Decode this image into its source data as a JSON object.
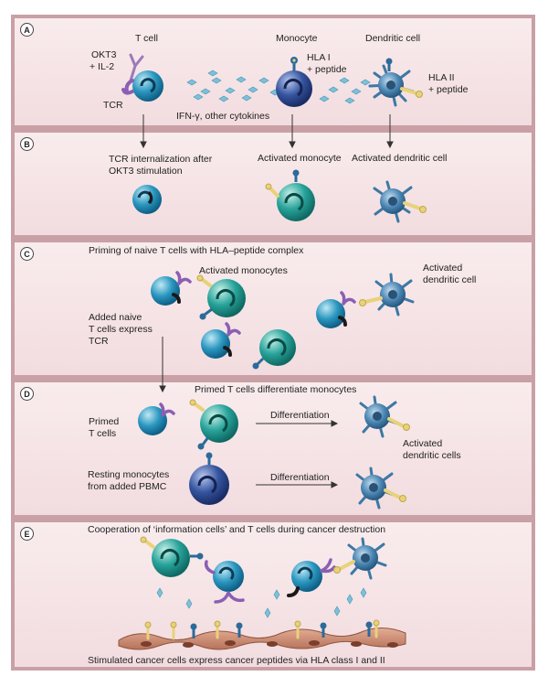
{
  "panels": [
    {
      "id": "A"
    },
    {
      "id": "B"
    },
    {
      "id": "C"
    },
    {
      "id": "D"
    },
    {
      "id": "E"
    }
  ],
  "a": {
    "tcell": "T cell",
    "monocyte": "Monocyte",
    "dendritic": "Dendritic cell",
    "okt3_1": "OKT3",
    "okt3_2": "+ IL-2",
    "hla1_1": "HLA I",
    "hla1_2": "+ peptide",
    "hla2_1": "HLA II",
    "hla2_2": "+ peptide",
    "tcr": "TCR",
    "cytokines": "IFN-γ, other cytokines"
  },
  "b": {
    "tcr_int_1": "TCR internalization after",
    "tcr_int_2": "OKT3 stimulation",
    "act_mono": "Activated monocyte",
    "act_dc": "Activated dendritic cell"
  },
  "c": {
    "title": "Priming of naive T cells with HLA–peptide complex",
    "act_monos": "Activated  monocytes",
    "act_dc_1": "Activated",
    "act_dc_2": "dendritic cell",
    "naive_1": "Added naive",
    "naive_2": "T cells express",
    "naive_3": "TCR"
  },
  "d": {
    "title": "Primed T cells differentiate monocytes",
    "primed_1": "Primed",
    "primed_2": "T cells",
    "diff1": "Differentiation",
    "act_dc_1": "Activated",
    "act_dc_2": "dendritic cells",
    "resting_1": "Resting monocytes",
    "resting_2": "from added PBMC",
    "diff2": "Differentiation"
  },
  "e": {
    "title": "Cooperation of ‘information cells’ and T cells during cancer destruction",
    "footer": "Stimulated cancer cells express cancer peptides via HLA class I and II"
  },
  "colors": {
    "panel_bg": "#f5e3e5",
    "panel_border": "#c9a0a5",
    "tcell": "#1d8fb0",
    "monocyte": "#1e9c93",
    "resting_monocyte": "#2d4f95",
    "dendritic": "#3d78a3",
    "tcr": "#8a5fb3",
    "hla": "#2c6a9a",
    "peptide": "#e8d27a",
    "cytokine": "#7cc1d9",
    "cancer_cell": "#c98a72"
  }
}
